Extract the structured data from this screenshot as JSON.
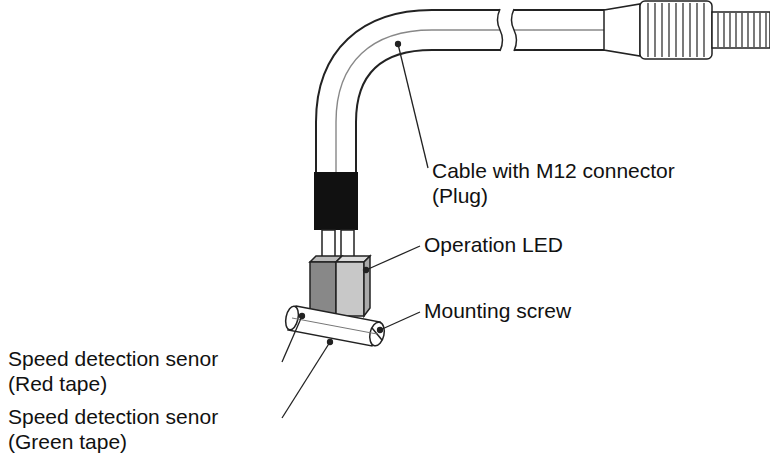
{
  "diagram": {
    "labels": [
      "Cable with M12 connector (Plug)",
      "Operation LED",
      "Mounting screw",
      "Speed detection senor (Red tape)",
      "Speed detection senor (Green tape)"
    ]
  }
}
